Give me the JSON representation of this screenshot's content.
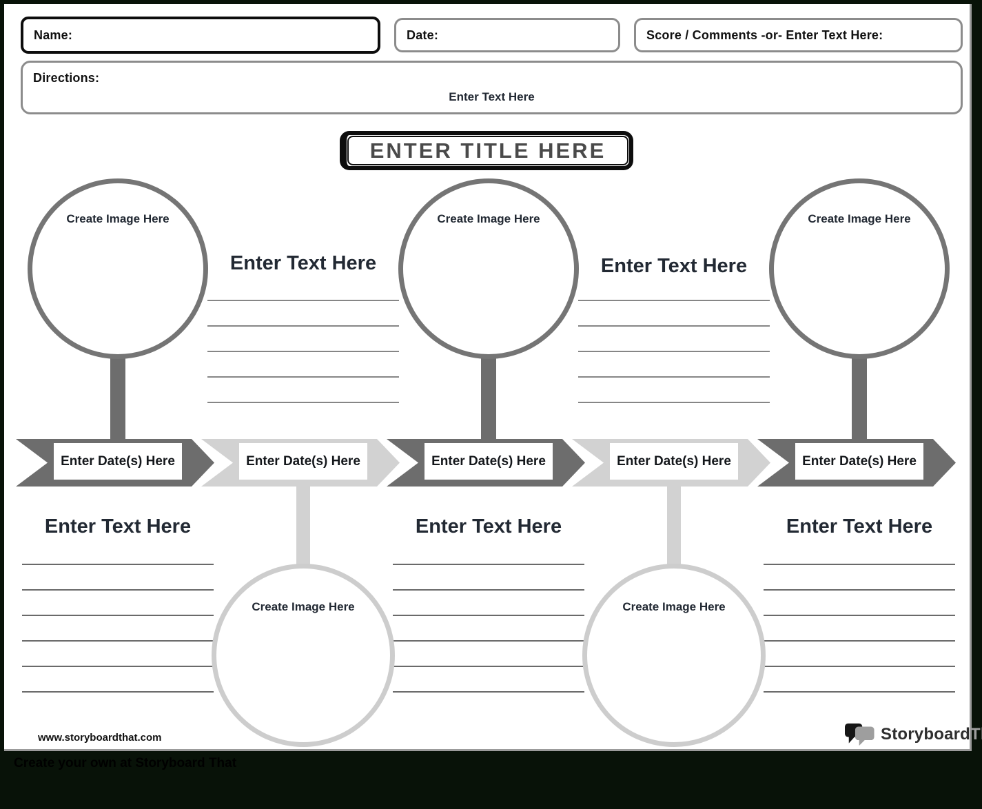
{
  "header": {
    "name_label": "Name:",
    "date_label": "Date:",
    "score_label": "Score / Comments -or- Enter Text Here:",
    "directions_label": "Directions:",
    "directions_text": "Enter Text Here"
  },
  "title": "ENTER TITLE HERE",
  "timeline": {
    "events": [
      {
        "date_label": "Enter Date(s) Here",
        "image_label": "Create Image Here",
        "text_label": "Enter Text Here",
        "image_position": "above"
      },
      {
        "date_label": "Enter Date(s) Here",
        "image_label": "Create Image Here",
        "text_label": "Enter Text Here",
        "image_position": "below"
      },
      {
        "date_label": "Enter Date(s) Here",
        "image_label": "Create Image Here",
        "text_label": "Enter Text Here",
        "image_position": "above"
      },
      {
        "date_label": "Enter Date(s) Here",
        "image_label": "Create Image Here",
        "text_label": "Enter Text Here",
        "image_position": "below"
      },
      {
        "date_label": "Enter Date(s) Here",
        "image_label": "Create Image Here",
        "text_label": "Enter Text Here",
        "image_position": "above"
      }
    ]
  },
  "footer": {
    "website": "www.storyboardthat.com",
    "logo_primary": "Storyboard",
    "logo_secondary": "That",
    "caption": "Create your own at Storyboard That"
  },
  "colors": {
    "arrow_dark": "#6d6d6d",
    "arrow_light": "#d2d2d2",
    "circle_dark_border": "#757575",
    "circle_light_border": "#cdcdcd",
    "box_border_gray": "#8c8c8c",
    "box_border_black": "#0d0d0d",
    "heading_text": "#222933",
    "title_text": "#4a4a4a",
    "page_background": "#ffffff",
    "canvas_background": "#081208",
    "logo_gray": "#9e9e9e"
  }
}
